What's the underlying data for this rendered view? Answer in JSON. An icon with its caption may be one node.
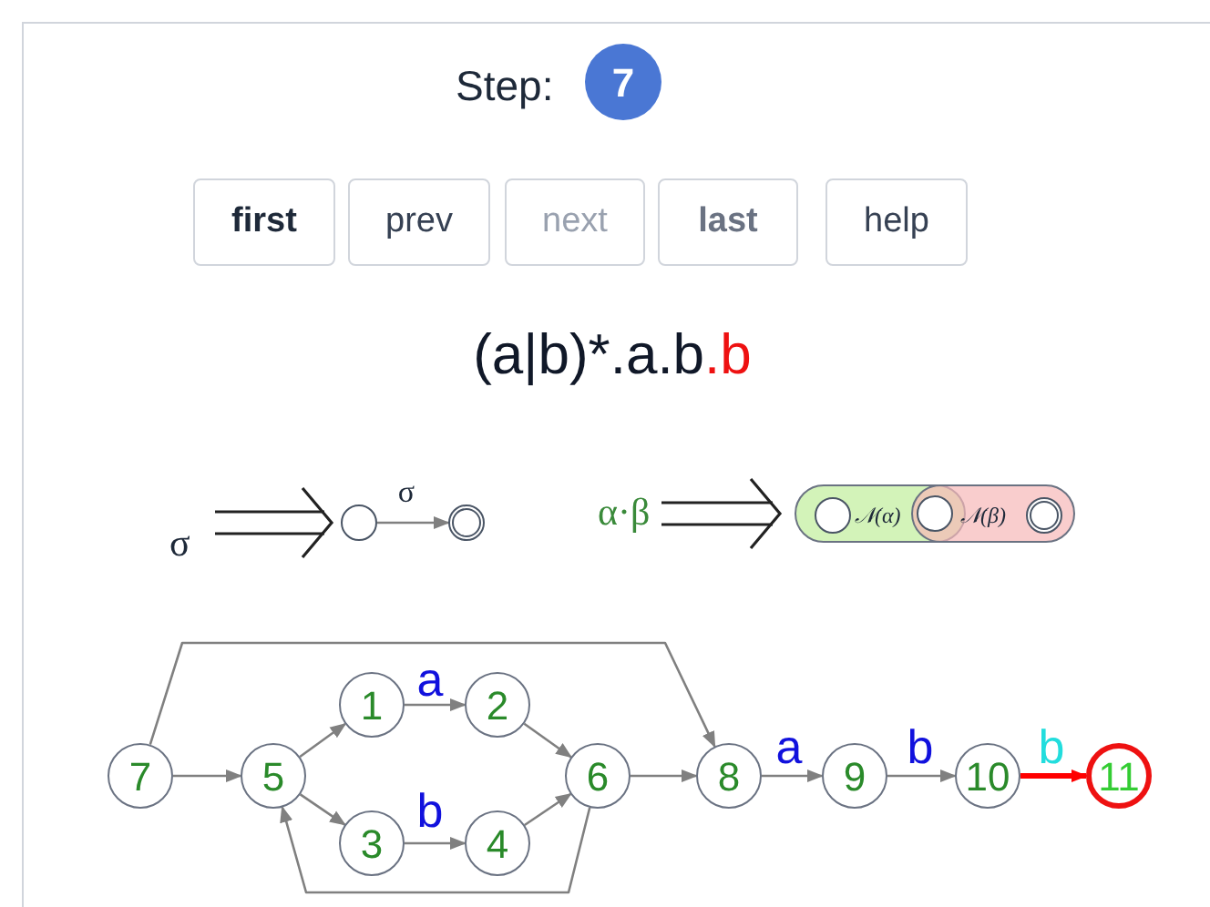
{
  "diagram": {
    "nodes": [
      {
        "text": [],
        "shape": "circle"
      },
      {
        "text": [],
        "shape": "circle"
      },
      {
        "text": [
          "𝒩(α)"
        ]
      },
      {
        "text": [
          "𝒩(β)"
        ]
      },
      {
        "text": [],
        "shape": "circle",
        "in": 2
      },
      {
        "text": [],
        "shape": "circle"
      },
      {
        "text": [],
        "shape": "circle",
        "in": 3
      },
      {
        "text": [
          "7"
        ]
      },
      {
        "text": [
          "5"
        ]
      },
      {
        "text": [
          "1"
        ]
      },
      {
        "text": [
          "2"
        ]
      },
      {
        "text": [
          "3"
        ]
      },
      {
        "text": [
          "4"
        ]
      },
      {
        "text": [
          "6"
        ]
      },
      {
        "text": [
          "8"
        ]
      },
      {
        "text": [
          "9"
        ]
      },
      {
        "text": [
          "10"
        ]
      },
      {
        "text": [
          "11"
        ]
      }
    ],
    "edges": [
      {
        "from": 0,
        "to": 1,
        "arrow": "to",
        "label": "σ"
      },
      {
        "from": 7,
        "to": 8,
        "arrow": "to"
      },
      {
        "from": 7,
        "to": 14,
        "arrow": "to"
      },
      {
        "from": 8,
        "to": 9,
        "arrow": "to"
      },
      {
        "from": 8,
        "to": 11,
        "arrow": "to"
      },
      {
        "from": 9,
        "to": 10,
        "arrow": "to",
        "label": "a"
      },
      {
        "from": 11,
        "to": 12,
        "arrow": "to",
        "label": "b"
      },
      {
        "from": 10,
        "to": 13,
        "arrow": "to"
      },
      {
        "from": 12,
        "to": 13,
        "arrow": "to"
      },
      {
        "from": 13,
        "to": 8,
        "arrow": "to"
      },
      {
        "from": 13,
        "to": 14,
        "arrow": "to"
      },
      {
        "from": 14,
        "to": 15,
        "arrow": "to",
        "label": "a"
      },
      {
        "from": 15,
        "to": 16,
        "arrow": "to",
        "label": "b"
      },
      {
        "from": 16,
        "to": 17,
        "arrow": "to",
        "label": "b",
        "style": "thick",
        "color": "#ff0000"
      }
    ],
    "labels": [
      "Step:",
      "7",
      "first",
      "prev",
      "next",
      "last",
      "help",
      "(a|b)*.a.b",
      ".b",
      "σ",
      "α·β"
    ]
  }
}
